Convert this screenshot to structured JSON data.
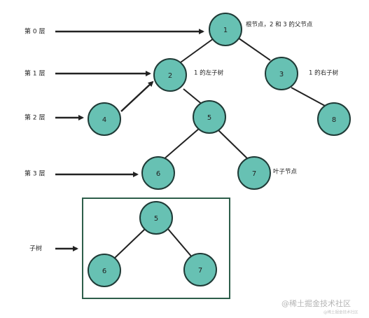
{
  "levels": [
    "第 0 层",
    "第 1 层",
    "第 2 层",
    "第 3 层"
  ],
  "subtree_label": "子树",
  "nodes": {
    "root": "1",
    "n2": "2",
    "n3": "3",
    "n4": "4",
    "n5": "5",
    "n8": "8",
    "n6": "6",
    "n7": "7",
    "sub5": "5",
    "sub6": "6",
    "sub7": "7"
  },
  "annotations": {
    "root": "根节点，2 和 3 的父节点",
    "left_subtree": "1 的左子树",
    "right_subtree": "1 的右子树",
    "leaf": "叶子节点"
  },
  "watermark": {
    "main": "@稀土掘金技术社区",
    "sub": "@稀土掘金技术社区"
  },
  "colors": {
    "node_fill": "#67c1b3",
    "node_stroke": "#1f3a36",
    "box_stroke": "#2d5e4a"
  }
}
